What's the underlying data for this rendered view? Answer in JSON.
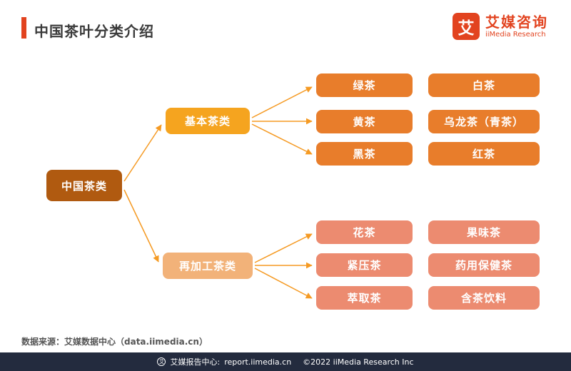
{
  "header": {
    "title": "中国茶叶分类介绍",
    "logo": {
      "icon": "艾",
      "brand": "艾媒咨询",
      "subtitle": "iiMedia Research"
    }
  },
  "tree": {
    "root": "中国茶类",
    "branches": [
      {
        "label": "基本茶类",
        "rows": [
          {
            "left": "绿茶",
            "right": "白茶"
          },
          {
            "left": "黄茶",
            "right": "乌龙茶（青茶）"
          },
          {
            "left": "黑茶",
            "right": "红茶"
          }
        ]
      },
      {
        "label": "再加工茶类",
        "rows": [
          {
            "left": "花茶",
            "right": "果味茶"
          },
          {
            "left": "紧压茶",
            "right": "药用保健茶"
          },
          {
            "left": "萃取茶",
            "right": "含茶饮料"
          }
        ]
      }
    ]
  },
  "colors": {
    "accent_red": "#E2431F",
    "root_box": "#B05A10",
    "basic_parent_box": "#F5A41F",
    "basic_child_box": "#E87D2B",
    "reprocessed_parent_box": "#F2B279",
    "reprocessed_child_box": "#EC8B70",
    "arrow": "#F59A23",
    "footer_bar": "#232B3E"
  },
  "footer": {
    "source": "数据来源：艾媒数据中心（data.iimedia.cn）",
    "bar": {
      "icon": "艾",
      "label": "艾媒报告中心:",
      "link": "report.iimedia.cn",
      "copyright": "©2022  iiMedia Research Inc"
    }
  }
}
